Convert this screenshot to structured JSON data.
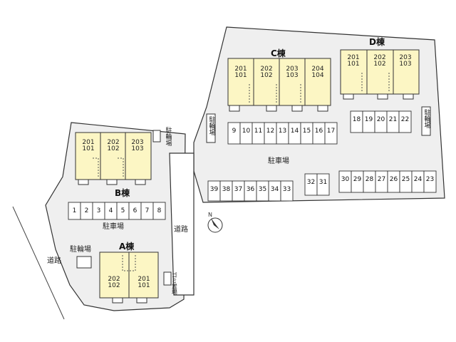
{
  "buildings": {
    "a": {
      "name": "A棟",
      "units": [
        {
          "upper": "202",
          "lower": "102"
        },
        {
          "upper": "201",
          "lower": "101"
        }
      ]
    },
    "b": {
      "name": "B棟",
      "units": [
        {
          "upper": "201",
          "lower": "101"
        },
        {
          "upper": "202",
          "lower": "102"
        },
        {
          "upper": "203",
          "lower": "103"
        }
      ]
    },
    "c": {
      "name": "C棟",
      "units": [
        {
          "upper": "201",
          "lower": "101"
        },
        {
          "upper": "202",
          "lower": "102"
        },
        {
          "upper": "203",
          "lower": "103"
        },
        {
          "upper": "204",
          "lower": "104"
        }
      ]
    },
    "d": {
      "name": "D棟",
      "units": [
        {
          "upper": "201",
          "lower": "101"
        },
        {
          "upper": "202",
          "lower": "102"
        },
        {
          "upper": "203",
          "lower": "103"
        }
      ]
    }
  },
  "parking": {
    "label": "駐車場",
    "row_b": [
      "1",
      "2",
      "3",
      "4",
      "5",
      "6",
      "7",
      "8"
    ],
    "row_c_top": [
      "9",
      "10",
      "11",
      "12",
      "13",
      "14",
      "15",
      "16",
      "17"
    ],
    "row_d_top": [
      "18",
      "19",
      "20",
      "21",
      "22"
    ],
    "row_mid": [
      "39",
      "38",
      "37",
      "36",
      "35",
      "34",
      "33"
    ],
    "row_small": [
      "32",
      "31"
    ],
    "row_right": [
      "30",
      "29",
      "28",
      "27",
      "26",
      "25",
      "24",
      "23"
    ]
  },
  "labels": {
    "bicycle": "駐輪場",
    "road": "道路",
    "garbage": "ゴミ置場"
  },
  "icons": {
    "north": "north-arrow-icon"
  },
  "colors": {
    "building_fill": "#fcf6c4",
    "site_fill": "#efefef",
    "line": "#333333"
  }
}
